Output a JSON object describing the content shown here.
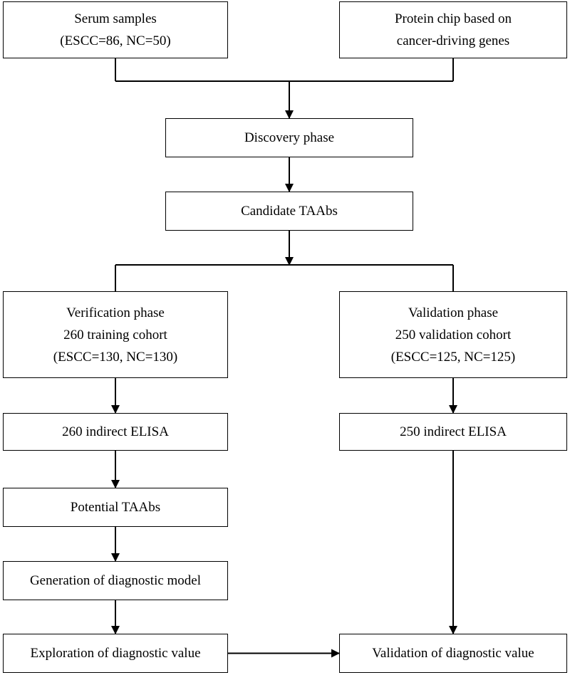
{
  "diagram": {
    "nodes": {
      "serum": {
        "lines": [
          "Serum samples",
          "(ESCC=86, NC=50)"
        ]
      },
      "chip": {
        "lines": [
          "Protein chip based on",
          "cancer-driving genes"
        ]
      },
      "discovery": {
        "lines": [
          "Discovery phase"
        ]
      },
      "candidate": {
        "lines": [
          "Candidate TAAbs"
        ]
      },
      "verification": {
        "lines": [
          "Verification phase",
          "260 training cohort",
          "(ESCC=130, NC=130)"
        ]
      },
      "validation": {
        "lines": [
          "Validation phase",
          "250 validation cohort",
          "(ESCC=125, NC=125)"
        ]
      },
      "elisa_260": {
        "lines": [
          "260 indirect ELISA"
        ]
      },
      "elisa_250": {
        "lines": [
          "250 indirect ELISA"
        ]
      },
      "potential": {
        "lines": [
          "Potential TAAbs"
        ]
      },
      "generation": {
        "lines": [
          "Generation of diagnostic model"
        ]
      },
      "exploration": {
        "lines": [
          "Exploration of diagnostic value"
        ]
      },
      "validation_value": {
        "lines": [
          "Validation of diagnostic value"
        ]
      }
    },
    "edges": [
      {
        "from": [
          "serum",
          "chip"
        ],
        "to": "discovery",
        "type": "merge"
      },
      {
        "from": "discovery",
        "to": "candidate",
        "type": "arrow"
      },
      {
        "from": "candidate",
        "to": [
          "verification",
          "validation"
        ],
        "type": "split"
      },
      {
        "from": "verification",
        "to": "elisa_260",
        "type": "arrow"
      },
      {
        "from": "validation",
        "to": "elisa_250",
        "type": "arrow"
      },
      {
        "from": "elisa_260",
        "to": "potential",
        "type": "arrow"
      },
      {
        "from": "potential",
        "to": "generation",
        "type": "arrow"
      },
      {
        "from": "generation",
        "to": "exploration",
        "type": "arrow"
      },
      {
        "from": "elisa_250",
        "to": "validation_value",
        "type": "arrow"
      },
      {
        "from": "exploration",
        "to": "validation_value",
        "type": "arrow"
      }
    ]
  }
}
